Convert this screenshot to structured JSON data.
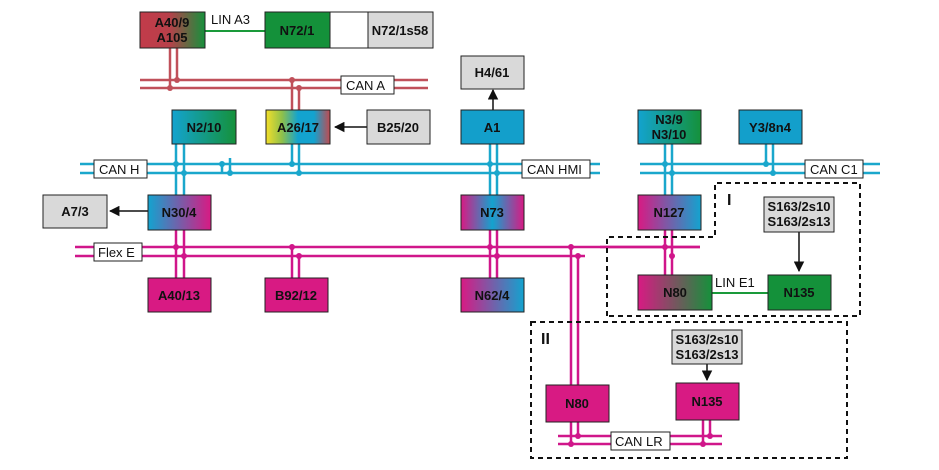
{
  "colors": {
    "can_a": "#c0505a",
    "can_h": "#1aa7cc",
    "flex_e": "#d0168a",
    "lin": "#1a9a3a",
    "gray_box": "#d9d9d9",
    "green": "#14913a",
    "magenta": "#d81a83",
    "blue": "#139fcb",
    "red": "#c0404a"
  },
  "buses": {
    "can_a": "CAN A",
    "can_h": "CAN H",
    "can_hmi": "CAN HMI",
    "can_c1": "CAN C1",
    "flex_e": "Flex E",
    "can_lr": "CAN LR",
    "lin_a3": "LIN A3",
    "lin_e1": "LIN E1"
  },
  "nodes": {
    "a40_9_a105": [
      "A40/9",
      "A105"
    ],
    "n72_1": "N72/1",
    "n72_1s58": "N72/1s58",
    "h4_61": "H4/61",
    "n2_10": "N2/10",
    "a26_17": "A26/17",
    "b25_20": "B25/20",
    "a1": "A1",
    "n3_9_n3_10": [
      "N3/9",
      "N3/10"
    ],
    "y3_8n4": "Y3/8n4",
    "a7_3": "A7/3",
    "n30_4": "N30/4",
    "n73": "N73",
    "n127": "N127",
    "a40_13": "A40/13",
    "b92_12": "B92/12",
    "n62_4": "N62/4",
    "n80_top": "N80",
    "n135_top": "N135",
    "s163_top": [
      "S163/2s10",
      "S163/2s13"
    ],
    "n80_bottom": "N80",
    "n135_bottom": "N135",
    "s163_bottom": [
      "S163/2s10",
      "S163/2s13"
    ]
  },
  "regions": {
    "region_1": "I",
    "region_2": "II"
  }
}
